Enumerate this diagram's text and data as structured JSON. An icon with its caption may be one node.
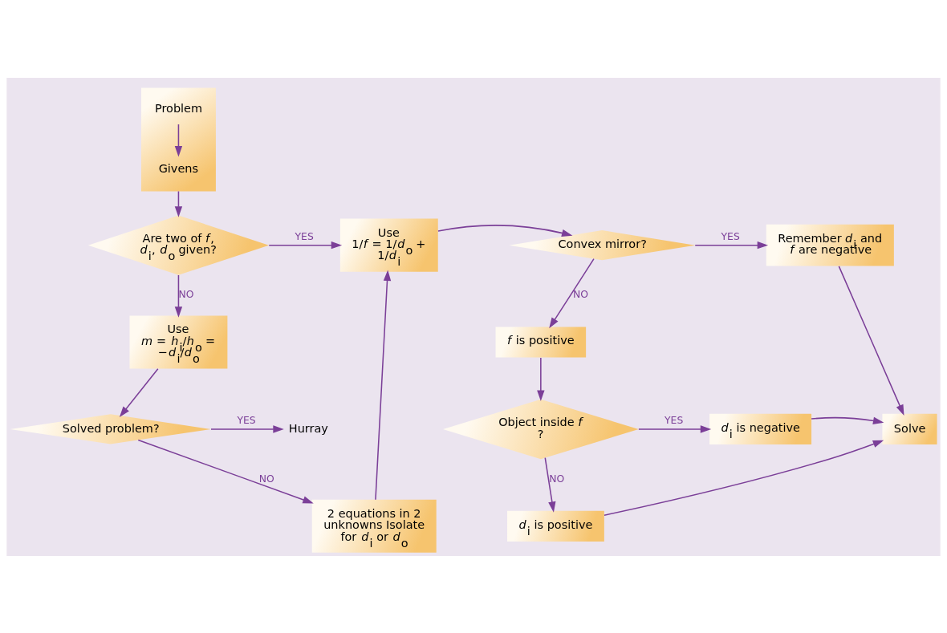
{
  "diagram": {
    "nodes": [
      {
        "text": [],
        "shape": "box"
      },
      {
        "text": [
          "Problem"
        ],
        "in": 0
      },
      {
        "text": [
          "Givens"
        ],
        "in": 0
      },
      {
        "text": [
          "Are two of *f*, *d*$_{i}$, *d*$_{o}$ given?"
        ]
      },
      {
        "text": [
          "Use",
          "1/*f* = 1/*d*$_{o}$ + 1/*d*$_{i}$"
        ]
      },
      {
        "text": [
          "Convex mirror?"
        ]
      },
      {
        "text": [
          "Remember *d*$_{i}$ and *f* are negative"
        ]
      },
      {
        "text": [
          "Use",
          "*m* = *h*$_{i}$/*h*$_{o}$ = −*d*$_{i}$/*d*$_{o}$"
        ]
      },
      {
        "text": [
          "*f* is positive"
        ]
      },
      {
        "text": [
          "Hurray"
        ]
      },
      {
        "text": [
          "Solved problem?"
        ]
      },
      {
        "text": [
          "Object inside *f* ?"
        ]
      },
      {
        "text": [
          "*d*$_{i}$ is negative"
        ]
      },
      {
        "text": [
          "Solve"
        ]
      },
      {
        "text": [
          "2 equations in 2 unknowns Isolate for *d*$_{i}$ or *d*$_{o}$"
        ]
      },
      {
        "text": [
          "*d*$_{i}$ is positive"
        ]
      }
    ],
    "edges": [
      {
        "from": 1,
        "to": 2,
        "arrow": "to"
      },
      {
        "from": 0,
        "to": 3,
        "arrow": "to"
      },
      {
        "from": 3,
        "to": 4,
        "arrow": "to",
        "label": "YES"
      },
      {
        "from": 3,
        "to": 7,
        "arrow": "to",
        "label": "NO"
      },
      {
        "from": 4,
        "to": 5,
        "arrow": "to"
      },
      {
        "from": 5,
        "to": 6,
        "arrow": "to",
        "label": "YES"
      },
      {
        "from": 5,
        "to": 8,
        "arrow": "to",
        "label": "NO"
      },
      {
        "from": 6,
        "to": 13,
        "arrow": "to"
      },
      {
        "from": 7,
        "to": 10,
        "arrow": "to"
      },
      {
        "from": 10,
        "to": 9,
        "arrow": "to",
        "label": "YES"
      },
      {
        "from": 10,
        "to": 14,
        "arrow": "to",
        "label": "NO"
      },
      {
        "from": 14,
        "to": 4,
        "arrow": "to"
      },
      {
        "from": 8,
        "to": 11,
        "arrow": "to"
      },
      {
        "from": 11,
        "to": 12,
        "arrow": "to",
        "label": "YES"
      },
      {
        "from": 11,
        "to": 15,
        "arrow": "to",
        "label": "NO"
      },
      {
        "from": 12,
        "to": 13,
        "arrow": "to"
      },
      {
        "from": 15,
        "to": 13,
        "arrow": "to"
      }
    ]
  }
}
